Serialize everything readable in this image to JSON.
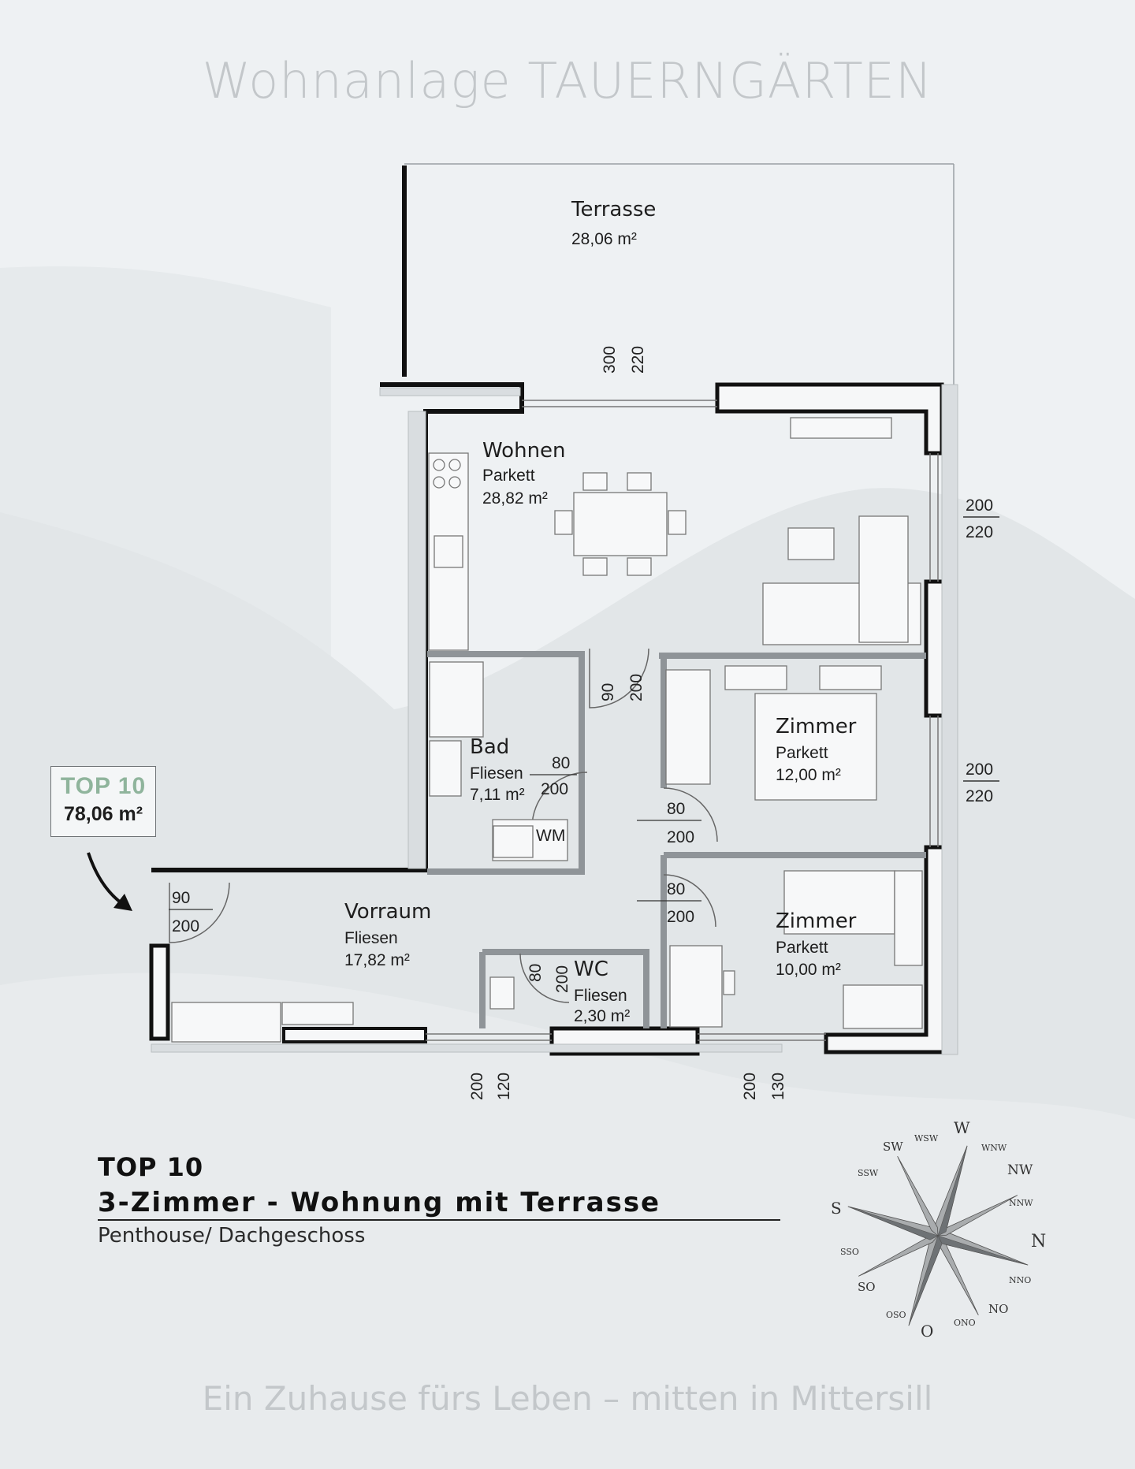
{
  "header": {
    "title": "Wohnanlage TAUERNGÄRTEN"
  },
  "footer": {
    "tagline": "Ein Zuhause fürs Leben – mitten in Mittersill"
  },
  "unit_badge": {
    "label": "TOP 10",
    "area": "78,06 m²"
  },
  "rooms": {
    "terrasse": {
      "name": "Terrasse",
      "area": "28,06 m²"
    },
    "wohnen": {
      "name": "Wohnen",
      "floor": "Parkett",
      "area": "28,82 m²"
    },
    "bad": {
      "name": "Bad",
      "floor": "Fliesen",
      "area": "7,11 m²"
    },
    "zimmer1": {
      "name": "Zimmer",
      "floor": "Parkett",
      "area": "12,00 m²"
    },
    "zimmer2": {
      "name": "Zimmer",
      "floor": "Parkett",
      "area": "10,00 m²"
    },
    "vorraum": {
      "name": "Vorraum",
      "floor": "Fliesen",
      "area": "17,82 m²"
    },
    "wc": {
      "name": "WC",
      "floor": "Fliesen",
      "area": "2,30 m²"
    }
  },
  "fixtures": {
    "wm": "WM"
  },
  "dimensions": {
    "terrace_door_a": "300",
    "terrace_door_b": "220",
    "window_right1_a": "200",
    "window_right1_b": "220",
    "window_right2_a": "200",
    "window_right2_b": "220",
    "wohnen_door_a": "90",
    "wohnen_door_b": "200",
    "bad_door_a": "80",
    "bad_door_b": "200",
    "zimmer1_door_a": "80",
    "zimmer1_door_b": "200",
    "zimmer2_door_a": "80",
    "zimmer2_door_b": "200",
    "entry_door_a": "90",
    "entry_door_b": "200",
    "wc_door_a": "80",
    "wc_door_b": "200",
    "window_bottom1_a": "200",
    "window_bottom1_b": "120",
    "window_bottom2_a": "200",
    "window_bottom2_b": "130"
  },
  "info": {
    "unit": "TOP 10",
    "type": "3-Zimmer - Wohnung mit Terrasse",
    "floor": "Penthouse/ Dachgeschoss"
  },
  "compass": {
    "N": "N",
    "NNO": "NNO",
    "NO": "NO",
    "ONO": "ONO",
    "O": "O",
    "OSO": "OSO",
    "SO": "SO",
    "SSO": "SSO",
    "S": "S",
    "SSW": "SSW",
    "SW": "SW",
    "WSW": "WSW",
    "W": "W",
    "WNW": "WNW",
    "NW": "NW",
    "NNW": "NNW"
  }
}
